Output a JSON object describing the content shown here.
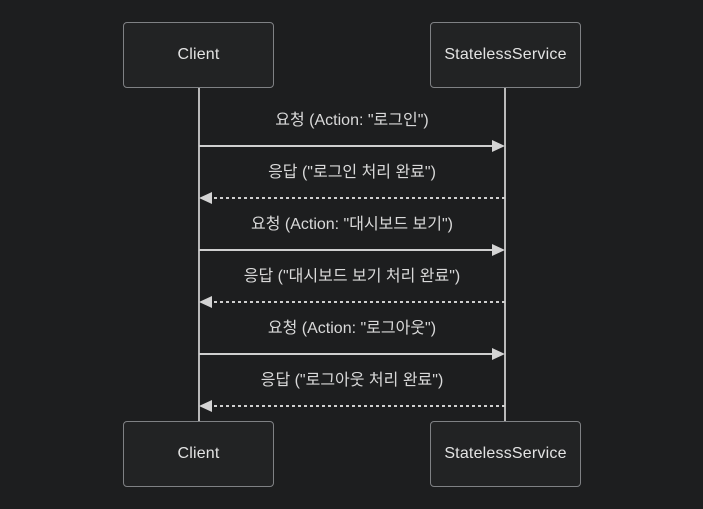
{
  "diagram": {
    "kind": "sequence-diagram",
    "actors": [
      {
        "id": "client",
        "label": "Client"
      },
      {
        "id": "stateless-service",
        "label": "StatelessService"
      }
    ],
    "messages": [
      {
        "from": "Client",
        "to": "StatelessService",
        "line": "solid",
        "direction": "right",
        "text": "요청 (Action: \"로그인\")"
      },
      {
        "from": "StatelessService",
        "to": "Client",
        "line": "dotted",
        "direction": "left",
        "text": "응답 (\"로그인 처리 완료\")"
      },
      {
        "from": "Client",
        "to": "StatelessService",
        "line": "solid",
        "direction": "right",
        "text": "요청 (Action: \"대시보드 보기\")"
      },
      {
        "from": "StatelessService",
        "to": "Client",
        "line": "dotted",
        "direction": "left",
        "text": "응답 (\"대시보드 보기 처리 완료\")"
      },
      {
        "from": "Client",
        "to": "StatelessService",
        "line": "solid",
        "direction": "right",
        "text": "요청 (Action: \"로그아웃\")"
      },
      {
        "from": "StatelessService",
        "to": "Client",
        "line": "dotted",
        "direction": "left",
        "text": "응답 (\"로그아웃 처리 완료\")"
      }
    ],
    "colors": {
      "background": "#1d1e1f",
      "actor_fill": "#222324",
      "actor_border": "#7f8184",
      "line": "#cfcfcf",
      "text": "#d9d9d9"
    }
  }
}
